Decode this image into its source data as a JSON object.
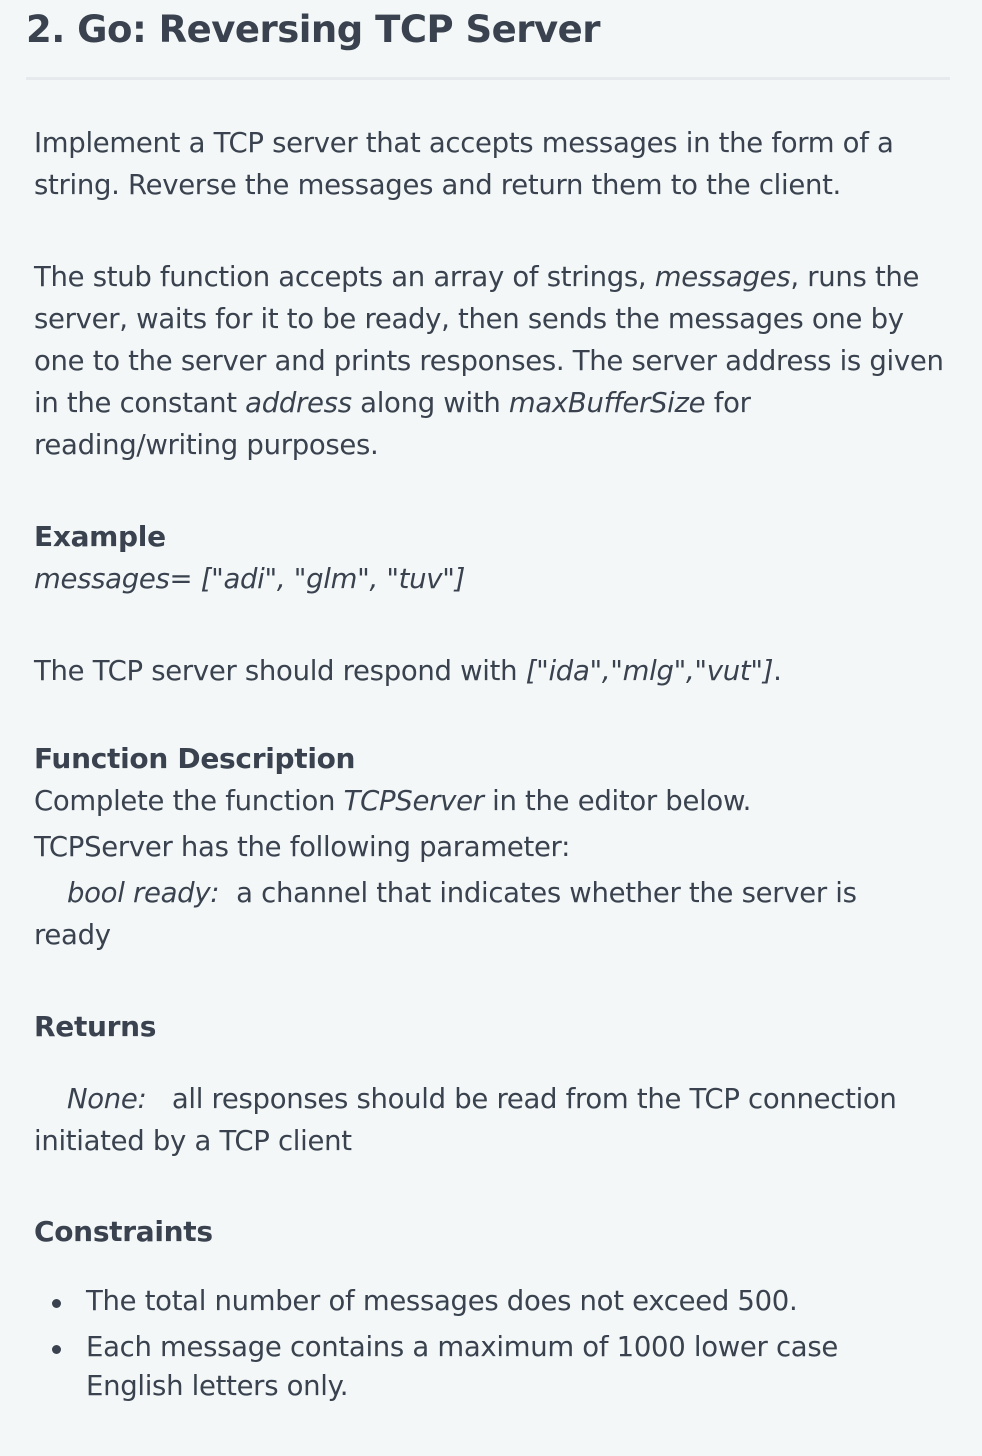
{
  "problem": {
    "title": "2. Go: Reversing TCP Server",
    "intro": "Implement a TCP server that accepts messages in the form of a string. Reverse the messages and return them to the client.",
    "stub": {
      "p1": "The stub function accepts an array of strings, ",
      "em1": "messages",
      "p2": ", runs the server, waits for it to be ready, then sends the messages one by one to the server and prints responses. The server address is given in the constant ",
      "em2": "address",
      "p3": " along with ",
      "em3": "maxBufferSize",
      "p4": " for reading/writing purposes."
    },
    "example": {
      "heading": "Example",
      "input": "messages= [\"adi\", \"glm\", \"tuv\"]",
      "response_prefix": "The TCP server should respond with ",
      "response_value": "[\"ida\",\"mlg\",\"vut\"]",
      "response_suffix": "."
    },
    "function_description": {
      "heading": "Function Description",
      "line1_prefix": "Complete the function ",
      "line1_name": "TCPServer",
      "line1_suffix": " in the editor below.",
      "line2": "TCPServer has the following parameter:",
      "param_name": "bool ready:",
      "param_desc": "  a channel that indicates whether the server is ready"
    },
    "returns": {
      "heading": "Returns",
      "name": "None:",
      "desc": "   all responses should be read from the TCP connection initiated by a TCP client"
    },
    "constraints": {
      "heading": "Constraints",
      "items": [
        "The total number of messages does not exceed 500.",
        "Each message contains a maximum of 1000 lower case English letters only."
      ]
    }
  }
}
